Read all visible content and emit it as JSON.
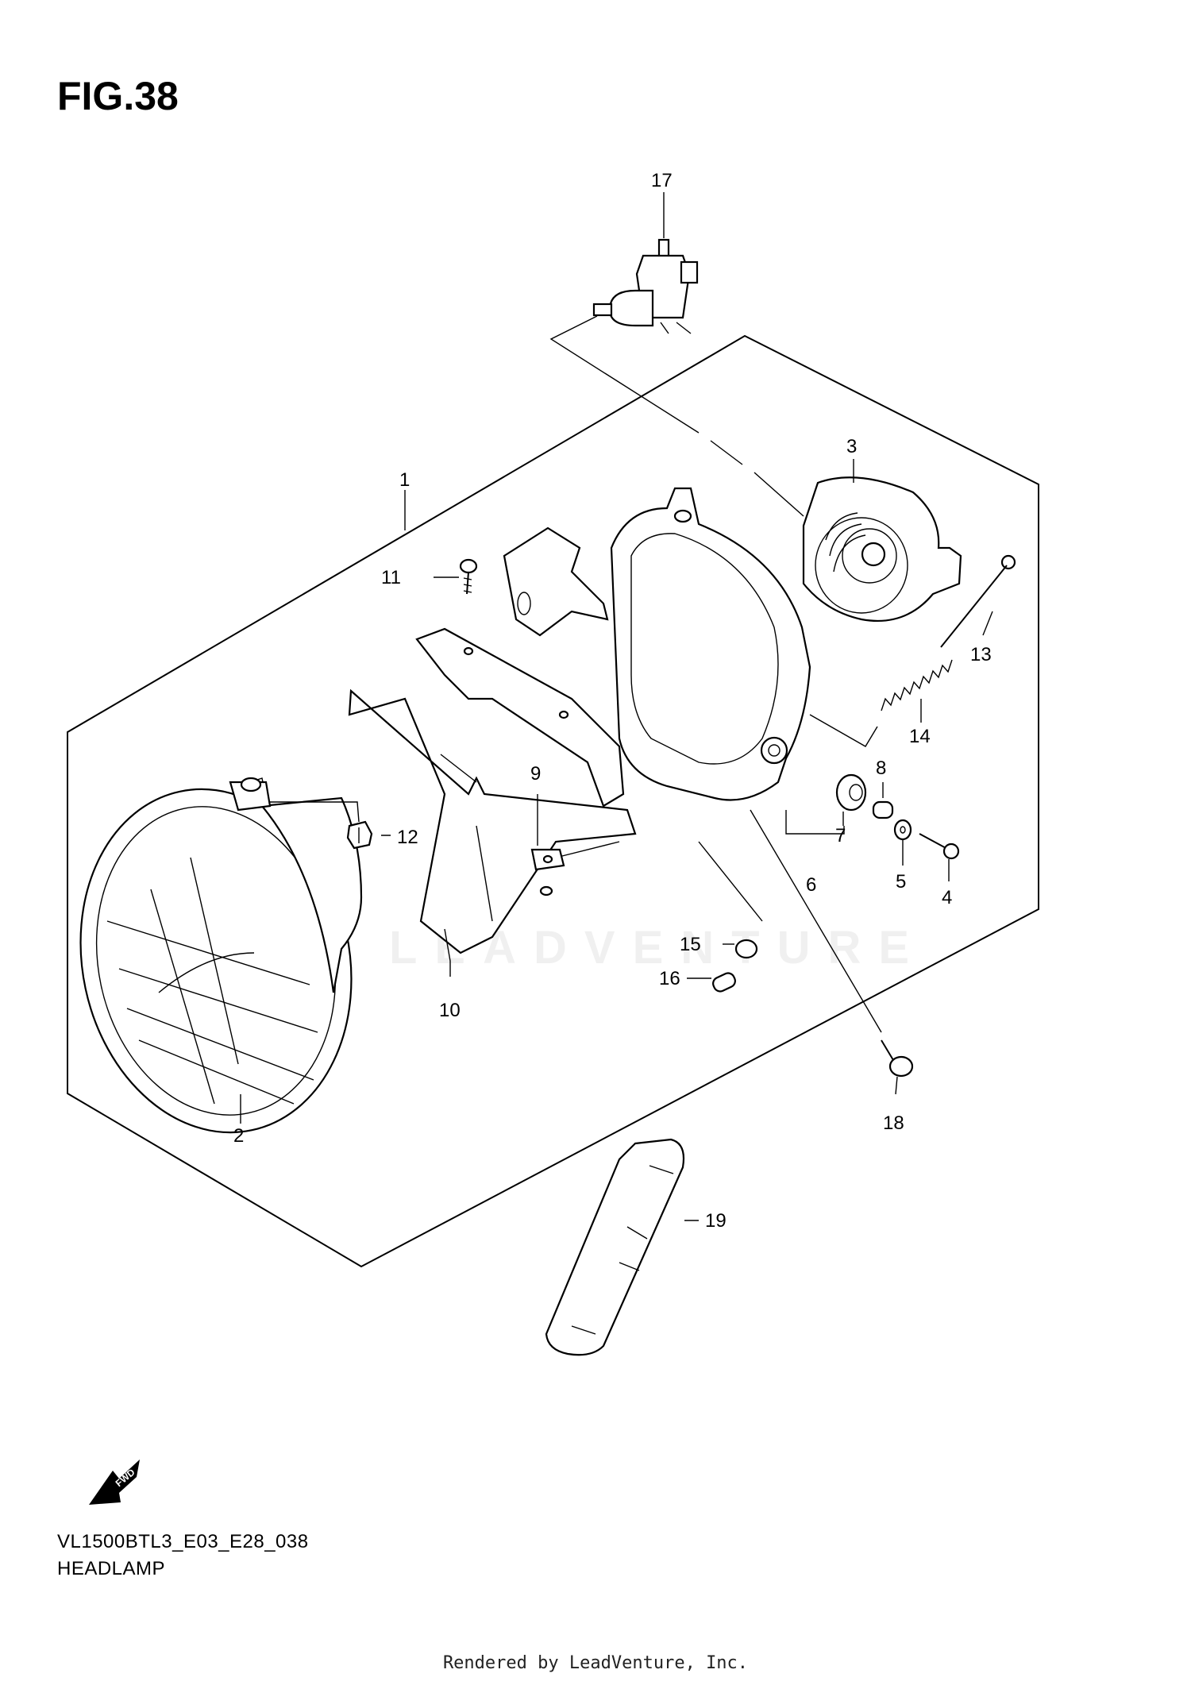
{
  "figure": {
    "title": "FIG.38",
    "model_code": "VL1500BTL3_E03_E28_038",
    "subtitle": "HEADLAMP",
    "footer": "Rendered by LeadVenture, Inc.",
    "watermark": "LEADVENTURE"
  },
  "callouts": [
    {
      "id": "1",
      "label": "1"
    },
    {
      "id": "2",
      "label": "2"
    },
    {
      "id": "3",
      "label": "3"
    },
    {
      "id": "4",
      "label": "4"
    },
    {
      "id": "5",
      "label": "5"
    },
    {
      "id": "6",
      "label": "6"
    },
    {
      "id": "7",
      "label": "7"
    },
    {
      "id": "8",
      "label": "8"
    },
    {
      "id": "9",
      "label": "9"
    },
    {
      "id": "10",
      "label": "10"
    },
    {
      "id": "11",
      "label": "11"
    },
    {
      "id": "12",
      "label": "12"
    },
    {
      "id": "13",
      "label": "13"
    },
    {
      "id": "14",
      "label": "14"
    },
    {
      "id": "15",
      "label": "15"
    },
    {
      "id": "16",
      "label": "16"
    },
    {
      "id": "17",
      "label": "17"
    },
    {
      "id": "18",
      "label": "18"
    },
    {
      "id": "19",
      "label": "19"
    }
  ],
  "fwd_icon": {
    "name": "fwd-arrow-icon",
    "label": "FWD"
  }
}
